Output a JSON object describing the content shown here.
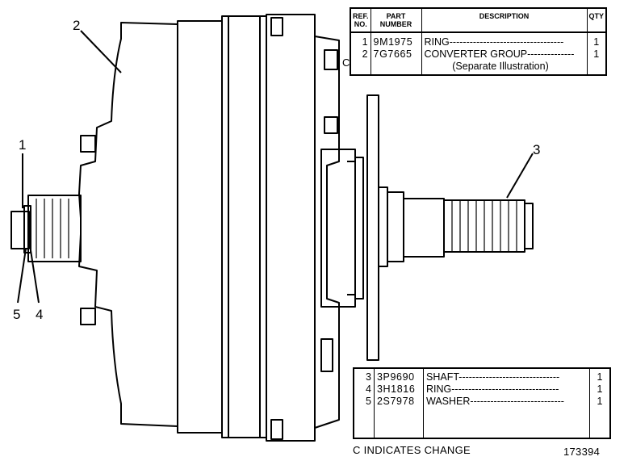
{
  "top_table": {
    "headers": {
      "ref": "REF. NO.",
      "part": "PART NUMBER",
      "desc": "DESCRIPTION",
      "qty": "QTY"
    },
    "change_marker": "C",
    "rows": [
      {
        "ref": "1",
        "part": "9M1975",
        "desc": "RING----------------------------------",
        "qty": "1"
      },
      {
        "ref": "2",
        "part": "7G7665",
        "desc": "CONVERTER GROUP--------------",
        "qty": "1"
      },
      {
        "ref": "",
        "part": "",
        "desc": "          (Separate Illustration)",
        "qty": ""
      }
    ]
  },
  "bottom_table": {
    "rows": [
      {
        "ref": "3",
        "part": "3P9690",
        "desc": "SHAFT------------------------------",
        "qty": "1"
      },
      {
        "ref": "4",
        "part": "3H1816",
        "desc": "RING--------------------------------",
        "qty": "1"
      },
      {
        "ref": "5",
        "part": "2S7978",
        "desc": "WASHER----------------------------",
        "qty": "1"
      }
    ]
  },
  "callouts": {
    "c1": "1",
    "c2": "2",
    "c3": "3",
    "c4": "4",
    "c5": "5"
  },
  "footer": {
    "change_note": "C INDICATES CHANGE",
    "illustration_number": "173394"
  }
}
